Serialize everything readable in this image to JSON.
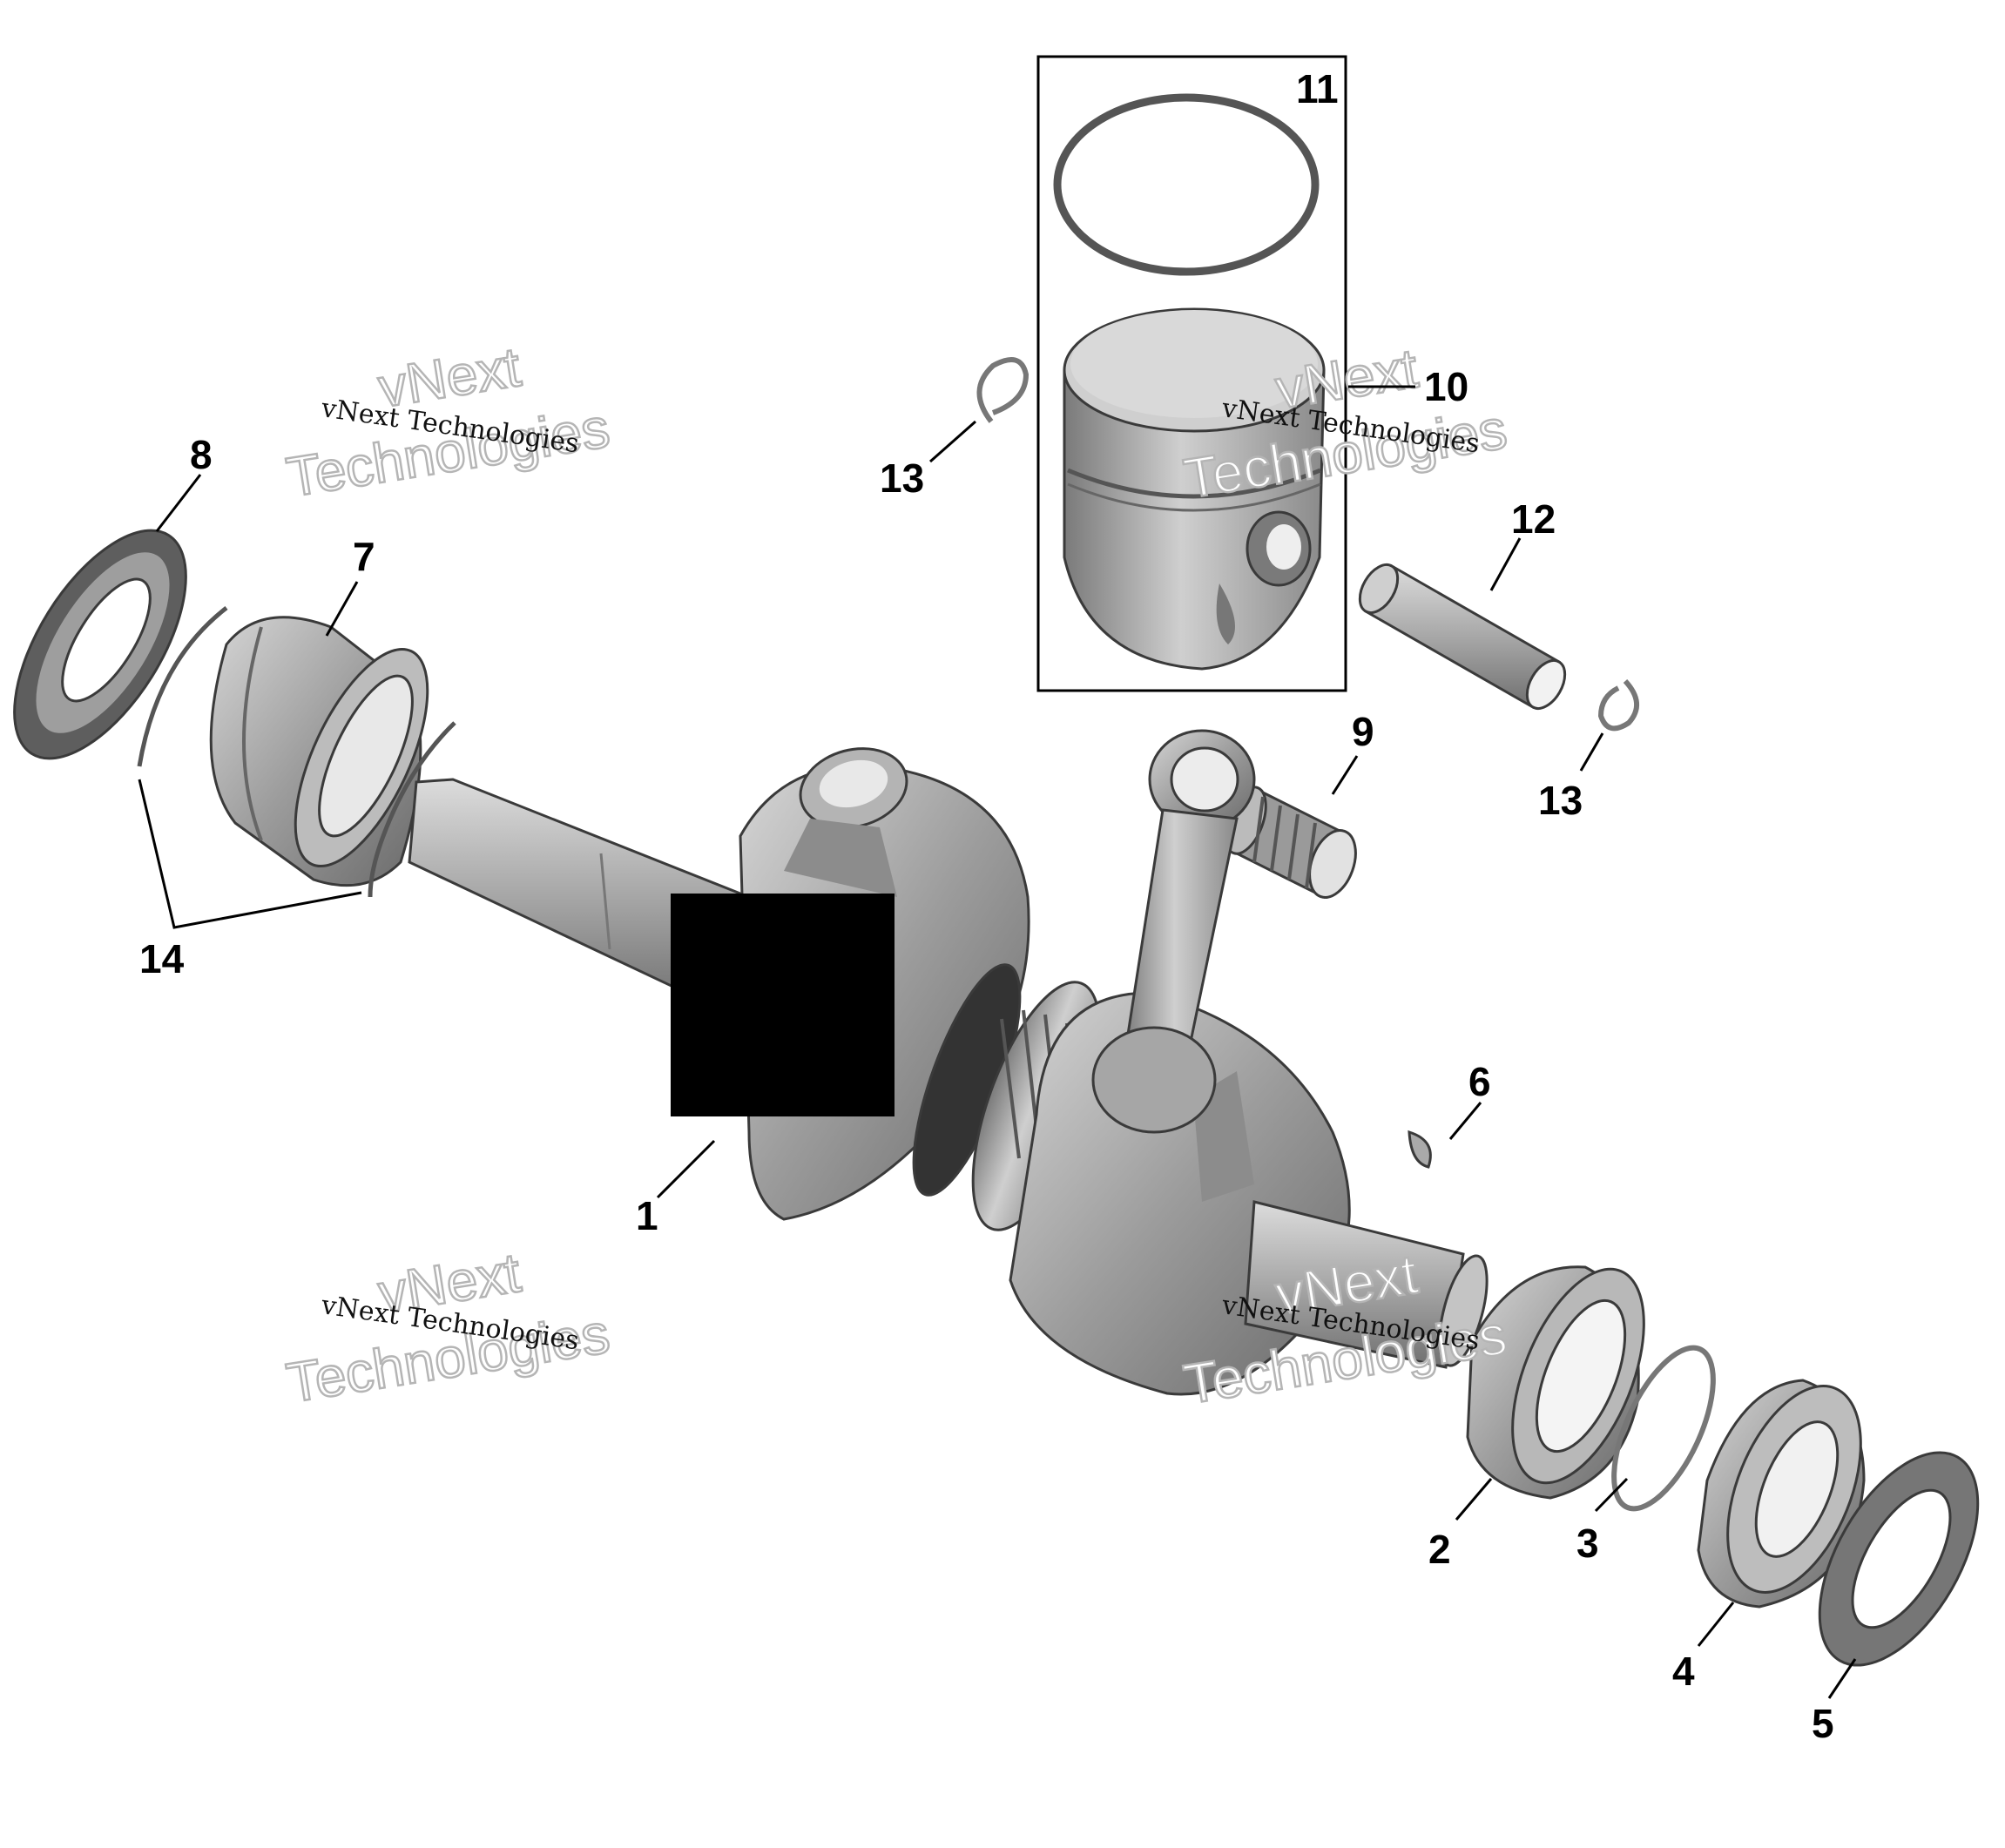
{
  "diagram": {
    "callouts": [
      {
        "id": "1",
        "label": "1"
      },
      {
        "id": "2",
        "label": "2"
      },
      {
        "id": "3",
        "label": "3"
      },
      {
        "id": "4",
        "label": "4"
      },
      {
        "id": "5",
        "label": "5"
      },
      {
        "id": "6",
        "label": "6"
      },
      {
        "id": "7",
        "label": "7"
      },
      {
        "id": "8",
        "label": "8"
      },
      {
        "id": "9",
        "label": "9"
      },
      {
        "id": "10",
        "label": "10"
      },
      {
        "id": "11",
        "label": "11"
      },
      {
        "id": "12",
        "label": "12"
      },
      {
        "id": "13a",
        "label": "13"
      },
      {
        "id": "13b",
        "label": "13"
      },
      {
        "id": "14",
        "label": "14"
      }
    ],
    "watermark": {
      "line_small": "vNext Technologies",
      "line_big_1": "vNext",
      "line_big_2": "Technologies"
    },
    "redaction_color": "#000000",
    "part_color": "#a9a9a9",
    "part_dark": "#6e6e6e",
    "part_light": "#d2d2d2"
  }
}
